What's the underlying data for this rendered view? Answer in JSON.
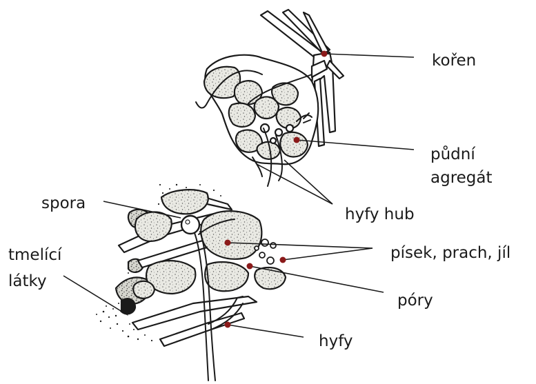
{
  "labels": {
    "root": "kořen",
    "soil_aggregate_1": "půdní",
    "soil_aggregate_2": "agregát",
    "fungal_hyphae": "hyfy hub",
    "spore": "spora",
    "sand_silt_clay": "písek, prach, jíl",
    "cementing_1": "tmelící",
    "cementing_2": "látky",
    "pores": "póry",
    "hyphae": "hyfy"
  },
  "colors": {
    "ink": "#1a1a1a",
    "marker": "#8b1a1a",
    "particle_fill": "#e8e8e2"
  }
}
